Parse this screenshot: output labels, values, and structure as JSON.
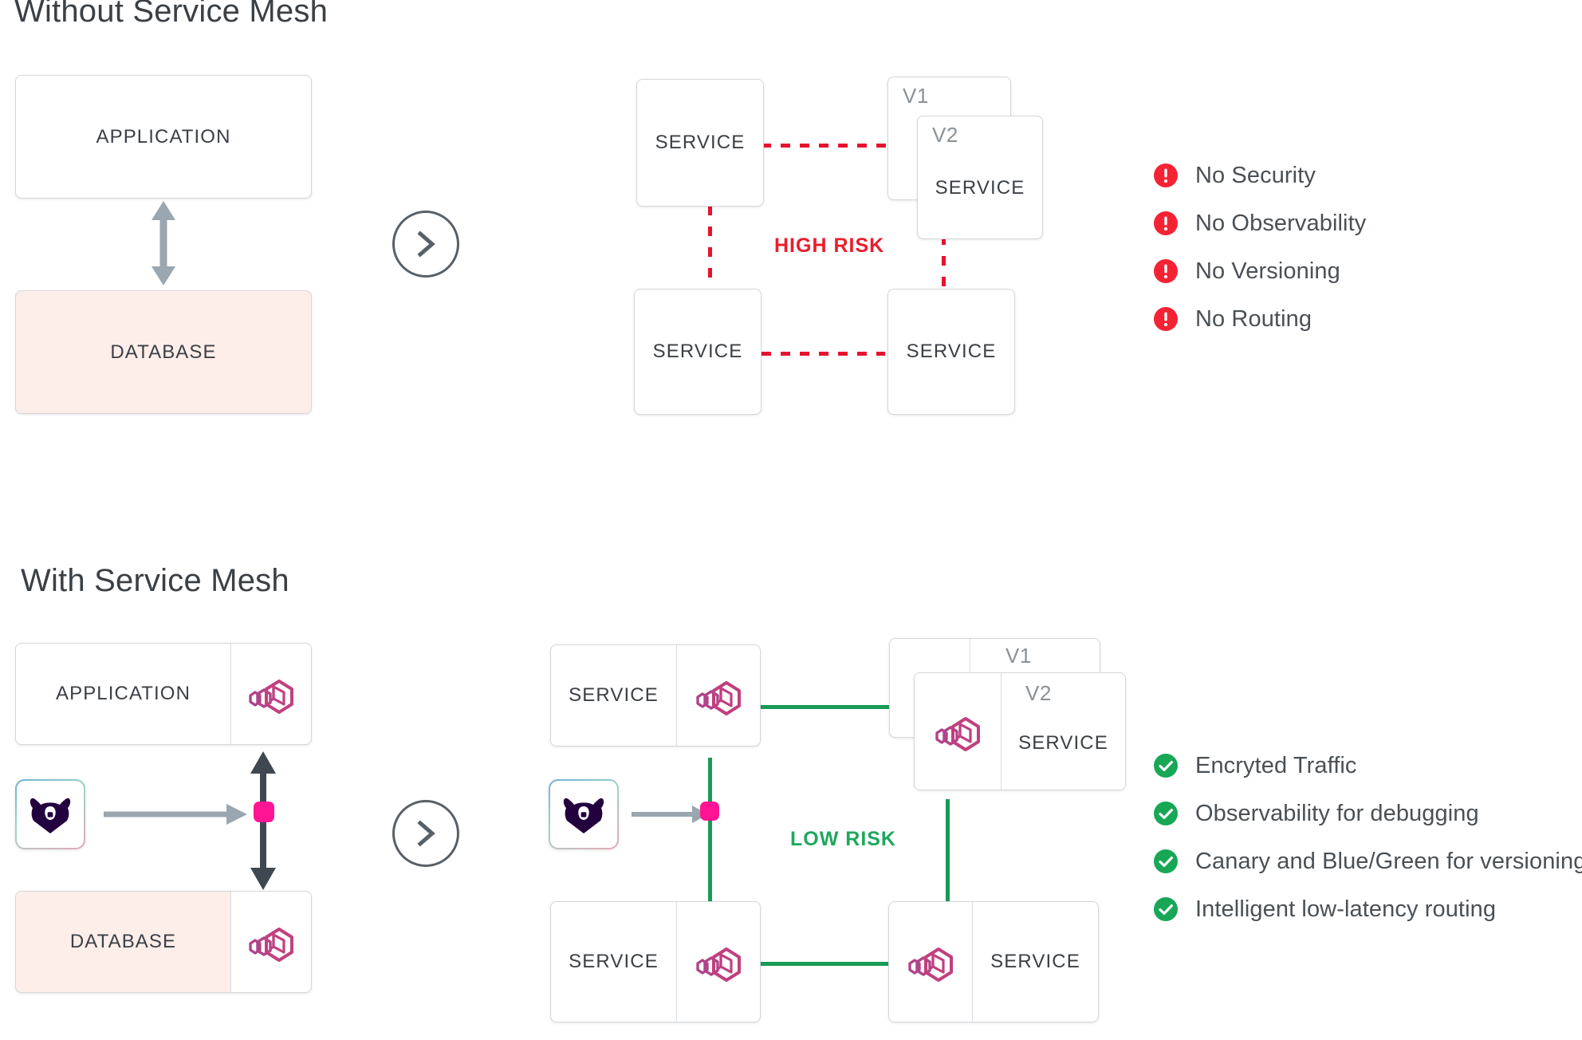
{
  "sections": [
    {
      "id": "without",
      "title": "Without Service Mesh",
      "risk_label": "HIGH RISK",
      "risk_color": "#ea1d2c",
      "link_style": "dotted-red",
      "left_stack": {
        "top_box": "APPLICATION",
        "bottom_box": "DATABASE",
        "connector": "double-arrow-vertical"
      },
      "mesh_boxes": [
        {
          "label": "SERVICE",
          "version": ""
        },
        {
          "label": "SERVICE",
          "version": "V1"
        },
        {
          "label": "SERVICE",
          "version": "V2"
        },
        {
          "label": "SERVICE",
          "version": ""
        },
        {
          "label": "SERVICE",
          "version": ""
        }
      ],
      "bullets": [
        {
          "icon": "alert-circle-icon",
          "text": "No Security"
        },
        {
          "icon": "alert-circle-icon",
          "text": "No Observability"
        },
        {
          "icon": "alert-circle-icon",
          "text": "No Versioning"
        },
        {
          "icon": "alert-circle-icon",
          "text": "No Routing"
        }
      ]
    },
    {
      "id": "with",
      "title": "With Service Mesh",
      "risk_label": "LOW RISK",
      "risk_color": "#1ea85c",
      "link_style": "solid-green",
      "left_stack": {
        "top_box": "APPLICATION",
        "bottom_box": "DATABASE",
        "connector": "double-arrow-vertical"
      },
      "mesh_boxes": [
        {
          "label": "SERVICE",
          "version": ""
        },
        {
          "label": "SERVICE",
          "version": "V1"
        },
        {
          "label": "SERVICE",
          "version": "V2"
        },
        {
          "label": "SERVICE",
          "version": ""
        },
        {
          "label": "SERVICE",
          "version": ""
        }
      ],
      "bullets": [
        {
          "icon": "check-circle-icon",
          "text": "Encryted Traffic"
        },
        {
          "icon": "check-circle-icon",
          "text": "Observability for debugging"
        },
        {
          "icon": "check-circle-icon",
          "text": "Canary and Blue/Green for versioning"
        },
        {
          "icon": "check-circle-icon",
          "text": "Intelligent low-latency routing"
        }
      ]
    }
  ],
  "icons": {
    "sidecar": "service-mesh-sidecar-icon",
    "control_plane": "kuma-bear-icon",
    "next": "chevron-right-icon",
    "mtls_dot": "mtls-policy-dot-icon"
  },
  "colors": {
    "risk_high": "#ea1d2c",
    "risk_low": "#1ea85c",
    "link_red": "#e8112d",
    "link_green": "#199a55",
    "sidecar_pink": "#c1407f",
    "kuma_purple": "#23013f",
    "db_fill": "#fdeeea",
    "box_border": "#d4d7da",
    "text": "#3b4045",
    "muted": "#8a9197",
    "dot_pink": "#ff1493"
  }
}
